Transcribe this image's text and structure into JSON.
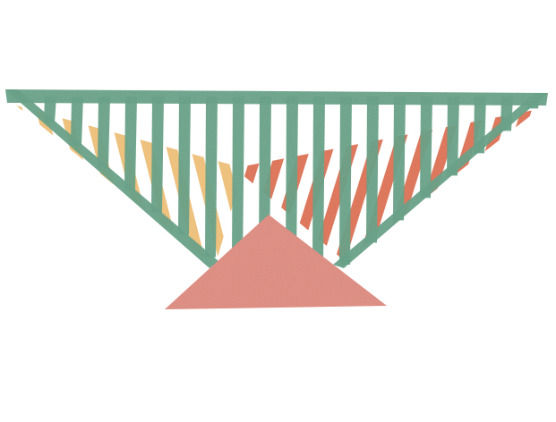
{
  "colors": {
    "background": "#ffffff",
    "green": "#5e9e82",
    "yellow": "#f2c277",
    "orange": "#e06f4e",
    "pink": "#e08a7e"
  },
  "shapes": {
    "green_stripe_count": 19,
    "yellow_stripe_count": 10,
    "orange_stripe_count": 13
  }
}
